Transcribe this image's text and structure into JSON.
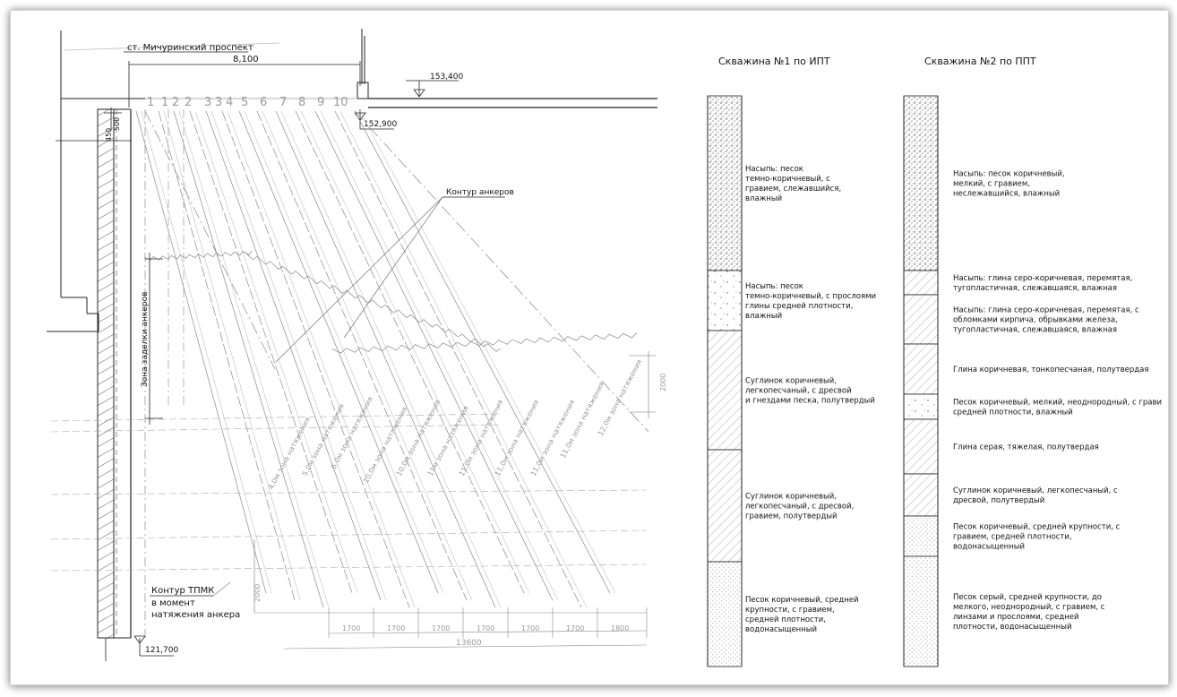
{
  "plan": {
    "street_label": "ст. Мичуринский проспект",
    "dim_top": "8,100",
    "elev_top": "153,400",
    "elev_surface": "152,900",
    "dim_500": "500",
    "dim_450": "450",
    "anchor_numbers": [
      "1",
      "1",
      "2",
      "2",
      "3",
      "3",
      "4",
      "5",
      "6",
      "7",
      "8",
      "9",
      "10"
    ],
    "contour_anchors": "Контур анкеров",
    "sealing_zone": "Зона заделки анкеров",
    "tpmk_contour": [
      "Контур ТПМК",
      "в момент",
      "натяжения анкера"
    ],
    "elev_bottom": "121,700",
    "dim_2000_left": "2000",
    "dim_2000_right": "2000",
    "spans": [
      "1700",
      "1700",
      "1700",
      "1700",
      "1700",
      "1700",
      "1800"
    ],
    "total_span": "13600",
    "anchor_zone_labels": [
      "4,0м зона натяжения",
      "5,0м зона натяжения",
      "6,0м зона натяжения",
      "10,0м зона натяжения",
      "10,0м зона натяжения",
      "11м зона натяжения",
      "11,0м зона натяжения",
      "11,0м зона натяжения",
      "11,0м зона натяжения",
      "11,0м зона натяжения",
      "12,0м зона натяжения"
    ]
  },
  "boreholes": [
    {
      "title": "Скважина №1 по ИПТ",
      "layers": [
        {
          "pattern": "dots-dense",
          "lines": [
            "Насыпь: песок",
            "темно-коричневый, с",
            "гравием, слежавшийся,",
            "влажный"
          ]
        },
        {
          "pattern": "dots-sparse",
          "lines": [
            "Насыпь: песок",
            "темно-коричневый, с прослоями",
            "глины средней плотности,",
            "влажный"
          ]
        },
        {
          "pattern": "hatch",
          "lines": [
            "Суглинок коричневый,",
            "легкопесчаный, с дресвой",
            "и гнездами песка, полутвердый"
          ]
        },
        {
          "pattern": "hatch",
          "lines": [
            "Суглинок коричневый,",
            "легкопесчаный, с дресвой,",
            "гравием, полутвердый"
          ]
        },
        {
          "pattern": "dots-fine",
          "lines": [
            "Песок коричневый, средней",
            "крупности, с гравием,",
            "средней плотности,",
            "водонасыщенный"
          ]
        }
      ]
    },
    {
      "title": "Скважина №2 по ППТ",
      "layers": [
        {
          "pattern": "dots-dense",
          "lines": [
            "Насыпь: песок коричневый,",
            "мелкий, с гравием,",
            "неслежавшийся, влажный"
          ]
        },
        {
          "pattern": "hatch",
          "lines": [
            "Насыпь: глина серо-коричневая, перемятая,",
            "тугопластичная, слежавшаяся, влажная"
          ]
        },
        {
          "pattern": "hatch",
          "lines": [
            "Насыпь: глина серо-коричневая, перемятая, с",
            "обломками кирпича, обрывками железа,",
            "тугопластичная, слежавшаяся, влажная"
          ]
        },
        {
          "pattern": "hatch",
          "lines": [
            "Глина коричневая, тонкопесчаная, полутвердая"
          ]
        },
        {
          "pattern": "dots-sparse",
          "lines": [
            "Песок коричневый, мелкий, неоднородный, с грави",
            "средней плотности, влажный"
          ]
        },
        {
          "pattern": "hatch",
          "lines": [
            "Глина серая, тяжелая, полутвердая"
          ]
        },
        {
          "pattern": "hatch",
          "lines": [
            "Суглинок коричневый, легкопесчаный, с",
            "дресвой, полутвердый"
          ]
        },
        {
          "pattern": "dots-fine",
          "lines": [
            "Песок коричневый, средней крупности, с",
            "гравием, средней плотности,",
            "водонасыщенный"
          ]
        },
        {
          "pattern": "dots-fine",
          "lines": [
            "Песок серый, средней крупности, до",
            "мелкого, неоднородный, с гравием, с",
            "линзами и прослоями, средней",
            "плотности, водонасыщенный"
          ]
        }
      ]
    }
  ]
}
